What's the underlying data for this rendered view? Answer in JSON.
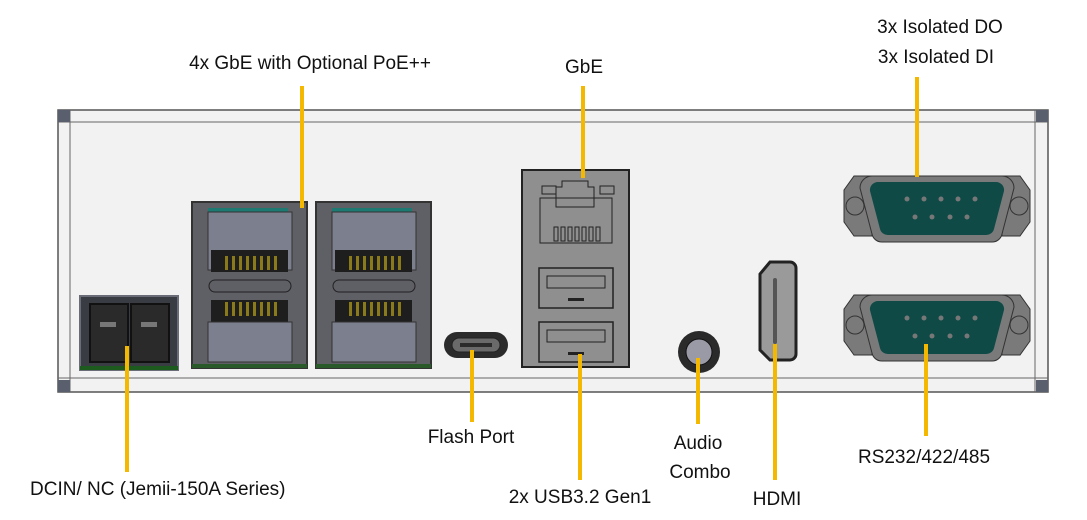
{
  "diagram": {
    "title": "Rear I/O panel",
    "accent_color": "#f5b800",
    "panel_color": "#f2f2f2",
    "connector_color": "#909090",
    "db9_inner_color": "#0f4a47",
    "labels": {
      "gbe_poe": "4x GbE with Optional PoE++",
      "gbe": "GbE",
      "dio_line1": "3x Isolated DO",
      "dio_line2": "3x Isolated DI",
      "dcin": "DCIN/ NC (Jemii-150A Series)",
      "flash": "Flash Port",
      "usb": "2x USB3.2 Gen1",
      "audio_line1": "Audio",
      "audio_line2": "Combo",
      "hdmi": "HDMI",
      "serial": "RS232/422/485"
    },
    "ports": [
      {
        "id": "dcin",
        "name": "DCIN / NC terminal block"
      },
      {
        "id": "rj45-stack-1",
        "name": "Dual RJ45 (PoE++)"
      },
      {
        "id": "rj45-stack-2",
        "name": "Dual RJ45 (PoE++)"
      },
      {
        "id": "usb-c",
        "name": "Flash Port (USB-C)"
      },
      {
        "id": "rj45-usb-stack",
        "name": "GbE + 2x USB3.2 Gen1"
      },
      {
        "id": "audio",
        "name": "Audio Combo jack"
      },
      {
        "id": "hdmi",
        "name": "HDMI"
      },
      {
        "id": "db9-top",
        "name": "DB9 Isolated DIO"
      },
      {
        "id": "db9-bottom",
        "name": "DB9 RS232/422/485"
      }
    ]
  }
}
